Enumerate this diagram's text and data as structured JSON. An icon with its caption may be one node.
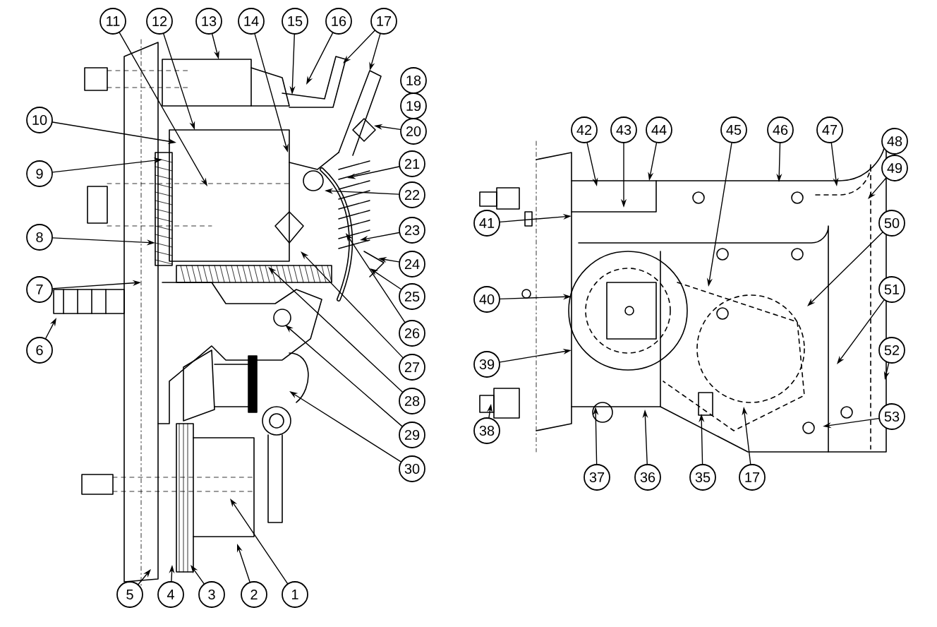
{
  "diagram": {
    "nodes": [
      {
        "text": [
          "11"
        ]
      },
      {
        "text": [
          "12"
        ]
      },
      {
        "text": [
          "13"
        ]
      },
      {
        "text": [
          "14"
        ]
      },
      {
        "text": [
          "15"
        ]
      },
      {
        "text": [
          "16"
        ]
      },
      {
        "text": [
          "17"
        ]
      },
      {
        "text": [
          "20"
        ]
      },
      {
        "text": [
          "21"
        ]
      },
      {
        "text": [
          "22"
        ]
      },
      {
        "text": [
          "23"
        ]
      },
      {
        "text": [
          "24"
        ]
      },
      {
        "text": [
          "25"
        ]
      },
      {
        "text": [
          "26"
        ]
      },
      {
        "text": [
          "27"
        ]
      },
      {
        "text": [
          "28"
        ]
      },
      {
        "text": [
          "29"
        ]
      },
      {
        "text": [
          "30"
        ]
      },
      {
        "text": [
          "10"
        ]
      },
      {
        "text": [
          "9"
        ]
      },
      {
        "text": [
          "8"
        ]
      },
      {
        "text": [
          "7"
        ]
      },
      {
        "text": [
          "6"
        ]
      },
      {
        "text": [
          "5"
        ]
      },
      {
        "text": [
          "4"
        ]
      },
      {
        "text": [
          "3"
        ]
      },
      {
        "text": [
          "2"
        ]
      },
      {
        "text": [
          "1"
        ]
      },
      {
        "text": [
          "42"
        ]
      },
      {
        "text": [
          "43"
        ]
      },
      {
        "text": [
          "44"
        ]
      },
      {
        "text": [
          "45"
        ]
      },
      {
        "text": [
          "46"
        ]
      },
      {
        "text": [
          "47"
        ]
      },
      {
        "text": [
          "49"
        ]
      },
      {
        "text": [
          "50"
        ]
      },
      {
        "text": [
          "51"
        ]
      },
      {
        "text": [
          "52"
        ]
      },
      {
        "text": [
          "53"
        ]
      },
      {
        "text": [
          "41"
        ]
      },
      {
        "text": [
          "40"
        ]
      },
      {
        "text": [
          "39"
        ]
      },
      {
        "text": [
          "38"
        ]
      },
      {
        "text": [
          "37"
        ]
      },
      {
        "text": [
          "36"
        ]
      },
      {
        "text": [
          "35"
        ]
      },
      {
        "text": [
          "17"
        ]
      },
      {
        "text": [
          "18"
        ]
      },
      {
        "text": [
          "19"
        ]
      },
      {
        "text": [
          "48"
        ]
      }
    ],
    "edges": [
      {
        "from": 0,
        "to": null,
        "arrow": "to"
      },
      {
        "from": 1,
        "to": null,
        "arrow": "to"
      },
      {
        "from": 2,
        "to": null,
        "arrow": "to"
      },
      {
        "from": 3,
        "to": null,
        "arrow": "to"
      },
      {
        "from": 4,
        "to": null,
        "arrow": "to"
      },
      {
        "from": 5,
        "to": null,
        "arrow": "to"
      },
      {
        "from": 6,
        "to": null,
        "arrow": "to"
      },
      {
        "from": 6,
        "to": null,
        "arrow": "to"
      },
      {
        "from": 7,
        "to": null,
        "arrow": "to"
      },
      {
        "from": 8,
        "to": null,
        "arrow": "to"
      },
      {
        "from": 9,
        "to": null,
        "arrow": "to"
      },
      {
        "from": 10,
        "to": null,
        "arrow": "to"
      },
      {
        "from": 11,
        "to": null,
        "arrow": "to"
      },
      {
        "from": 12,
        "to": null,
        "arrow": "to"
      },
      {
        "from": 13,
        "to": null,
        "arrow": "to"
      },
      {
        "from": 14,
        "to": null,
        "arrow": "to"
      },
      {
        "from": 15,
        "to": null,
        "arrow": "to"
      },
      {
        "from": 16,
        "to": null,
        "arrow": "to"
      },
      {
        "from": 17,
        "to": null,
        "arrow": "to"
      },
      {
        "from": 18,
        "to": null,
        "arrow": "to"
      },
      {
        "from": 19,
        "to": null,
        "arrow": "to"
      },
      {
        "from": 20,
        "to": null,
        "arrow": "to"
      },
      {
        "from": 21,
        "to": null,
        "arrow": "to"
      },
      {
        "from": 22,
        "to": null,
        "arrow": "to"
      },
      {
        "from": 23,
        "to": null,
        "arrow": "to"
      },
      {
        "from": 24,
        "to": null,
        "arrow": "to"
      },
      {
        "from": 25,
        "to": null,
        "arrow": "to"
      },
      {
        "from": 26,
        "to": null,
        "arrow": "to"
      },
      {
        "from": 27,
        "to": null,
        "arrow": "to"
      },
      {
        "from": 28,
        "to": null,
        "arrow": "to"
      },
      {
        "from": 29,
        "to": null,
        "arrow": "to"
      },
      {
        "from": 30,
        "to": null,
        "arrow": "to"
      },
      {
        "from": 31,
        "to": null,
        "arrow": "to"
      },
      {
        "from": 32,
        "to": null,
        "arrow": "to"
      },
      {
        "from": 33,
        "to": null,
        "arrow": "to"
      },
      {
        "from": 34,
        "to": null,
        "arrow": "to"
      },
      {
        "from": 35,
        "to": null,
        "arrow": "to"
      },
      {
        "from": 36,
        "to": null,
        "arrow": "to"
      },
      {
        "from": 37,
        "to": null,
        "arrow": "to"
      },
      {
        "from": 38,
        "to": null,
        "arrow": "to"
      },
      {
        "from": 39,
        "to": null,
        "arrow": "to"
      },
      {
        "from": 40,
        "to": null,
        "arrow": "to"
      },
      {
        "from": 41,
        "to": null,
        "arrow": "to"
      },
      {
        "from": 42,
        "to": null,
        "arrow": "to"
      },
      {
        "from": 43,
        "to": null,
        "arrow": "to"
      },
      {
        "from": 44,
        "to": null,
        "arrow": "to"
      },
      {
        "from": 45,
        "to": null,
        "arrow": "to"
      },
      {
        "from": 46,
        "to": null,
        "arrow": "to"
      }
    ]
  }
}
